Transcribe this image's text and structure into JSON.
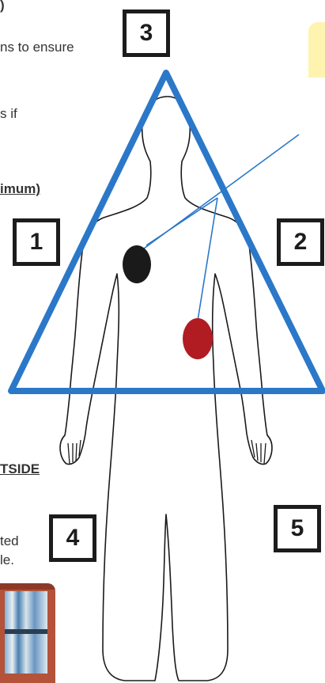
{
  "text_snippets": [
    ")",
    "ns to ensure",
    "s if",
    "imum)",
    "TSIDE",
    "ted",
    "le."
  ],
  "number_boxes": [
    "3",
    "1",
    "2",
    "4",
    "5"
  ],
  "colors": {
    "triangle": "#2b78c9",
    "outline": "#1a1a1a",
    "black_dot": "#1a1a1a",
    "red_dot": "#b01c22",
    "pointer_lines": "#2b78c9"
  }
}
